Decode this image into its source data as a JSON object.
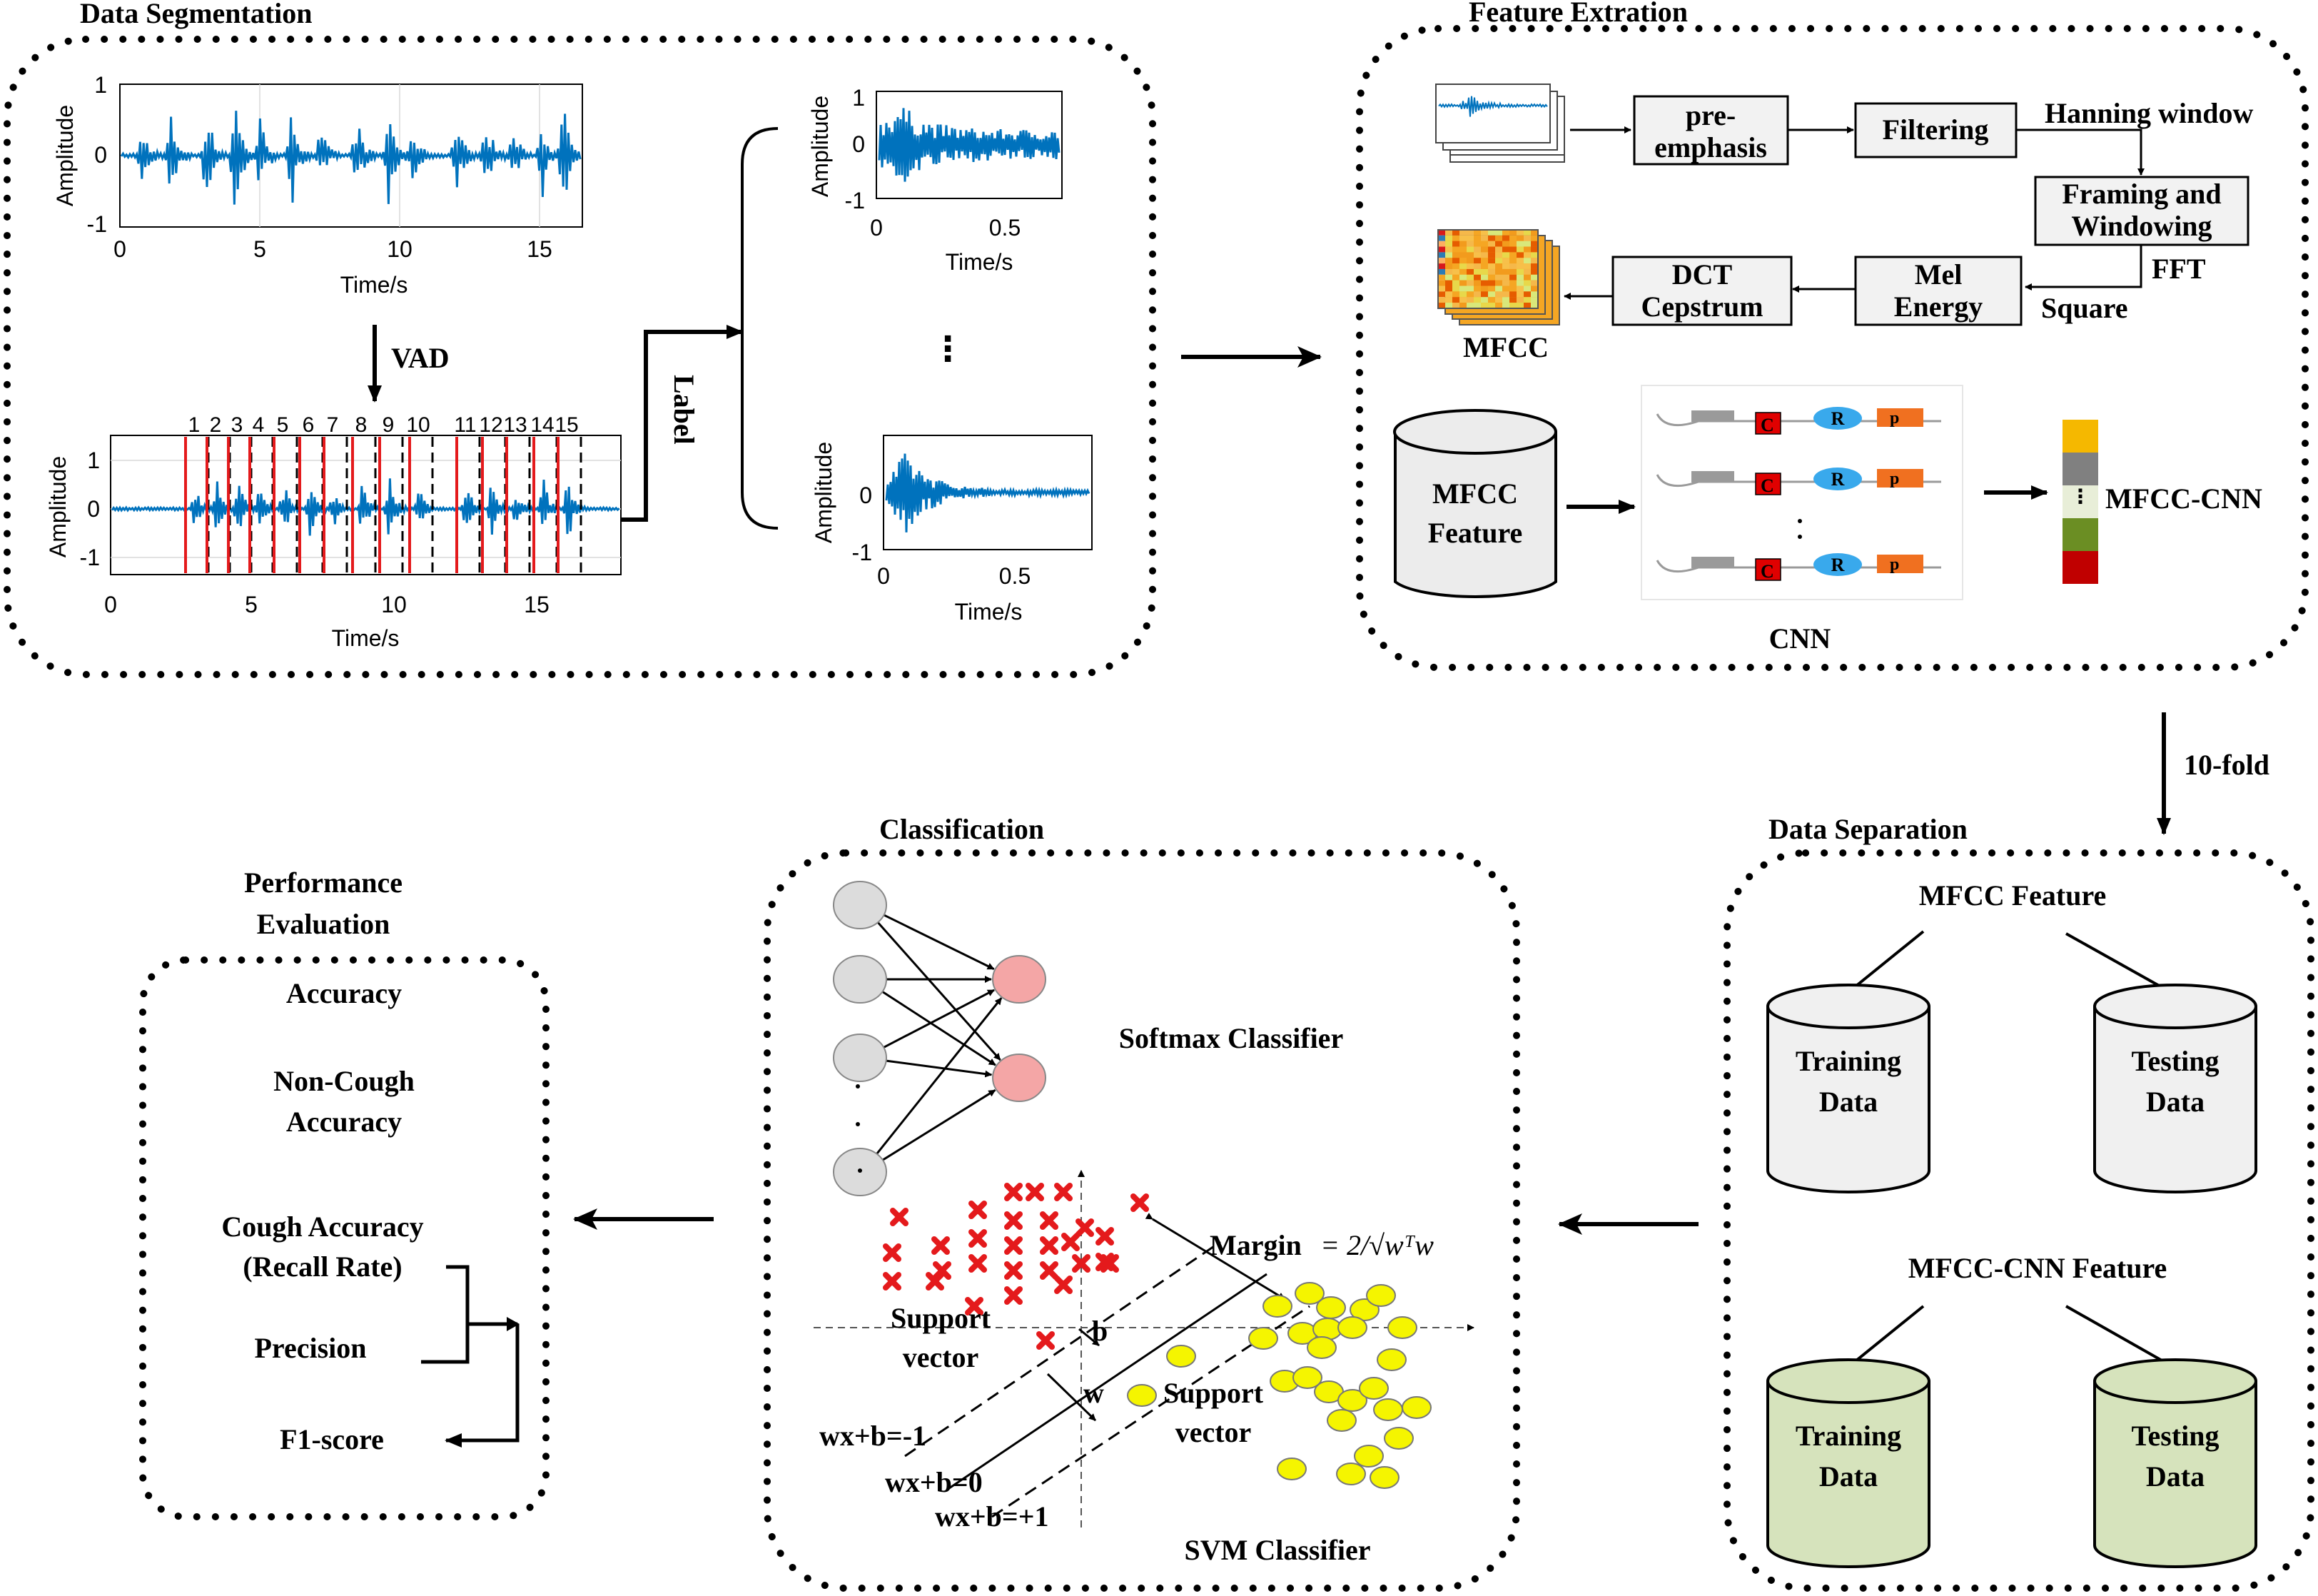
{
  "sections": {
    "data_segmentation": "Data Segmentation",
    "feature_extraction": "Feature Extration",
    "data_separation": "Data Separation",
    "classification": "Classification",
    "performance_evaluation_l1": "Performance",
    "performance_evaluation_l2": "Evaluation"
  },
  "segmentation": {
    "plot_ylabel": "Amplitude",
    "plot_xlabel": "Time/s",
    "vad_label": "VAD",
    "label_text": "Label",
    "segment_numbers": [
      "1",
      "2",
      "3",
      "4",
      "5",
      "6",
      "7",
      "8",
      "9",
      "10",
      "11",
      "12",
      "13",
      "14",
      "15"
    ],
    "main_xticks": [
      "0",
      "5",
      "10",
      "15"
    ],
    "main_yticks": [
      "1",
      "0",
      "-1"
    ],
    "seg_xticks": [
      "0",
      "0.5"
    ],
    "seg_yticks": [
      "1",
      "0",
      "-1"
    ],
    "ellipsis": "⋮",
    "waveform_color": "#0072bd",
    "segment_line_color": "#e41a1c"
  },
  "feature_extraction": {
    "pre_emphasis_l1": "pre-",
    "pre_emphasis_l2": "emphasis",
    "filtering": "Filtering",
    "hanning_window": "Hanning window",
    "framing_l1": "Framing and",
    "framing_l2": "Windowing",
    "fft": "FFT",
    "square": "Square",
    "mel_l1": "Mel",
    "mel_l2": "Energy",
    "dct_l1": "DCT",
    "dct_l2": "Cepstrum",
    "mfcc": "MFCC",
    "mfcc_feature_l1": "MFCC",
    "mfcc_feature_l2": "Feature",
    "cnn": "CNN",
    "cnn_blocks": [
      "C",
      "R",
      "p"
    ],
    "mfcc_cnn": "MFCC-CNN",
    "vector_colors": [
      "#f5b800",
      "#808080",
      "#e8eed8",
      "#6b8e23",
      "#c00000"
    ]
  },
  "ten_fold": "10-fold",
  "data_separation": {
    "mfcc_feature": "MFCC Feature",
    "mfcc_cnn_feature": "MFCC-CNN Feature",
    "training_l1": "Training",
    "training_l2": "Data",
    "testing_l1": "Testing",
    "testing_l2": "Data",
    "gray_fill": "#f0f0f0",
    "green_fill": "#d6e3bc"
  },
  "classification": {
    "softmax": "Softmax Classifier",
    "svm": "SVM Classifier",
    "margin": "Margin",
    "margin_formula": "= 2/√wᵀw",
    "support_vector_l1": "Support",
    "support_vector_l2": "vector",
    "line_minus": "wx+b=-1",
    "line_zero": "wx+b=0",
    "line_plus": "wx+b=+1",
    "b_label": "b",
    "w_label": "w",
    "class_a_color": "#e41a1c",
    "class_b_color": "#f5f500"
  },
  "performance": {
    "accuracy": "Accuracy",
    "non_cough_l1": "Non-Cough",
    "non_cough_l2": "Accuracy",
    "cough_l1": "Cough Accuracy",
    "cough_l2": "(Recall Rate)",
    "precision": "Precision",
    "f1": "F1-score"
  }
}
